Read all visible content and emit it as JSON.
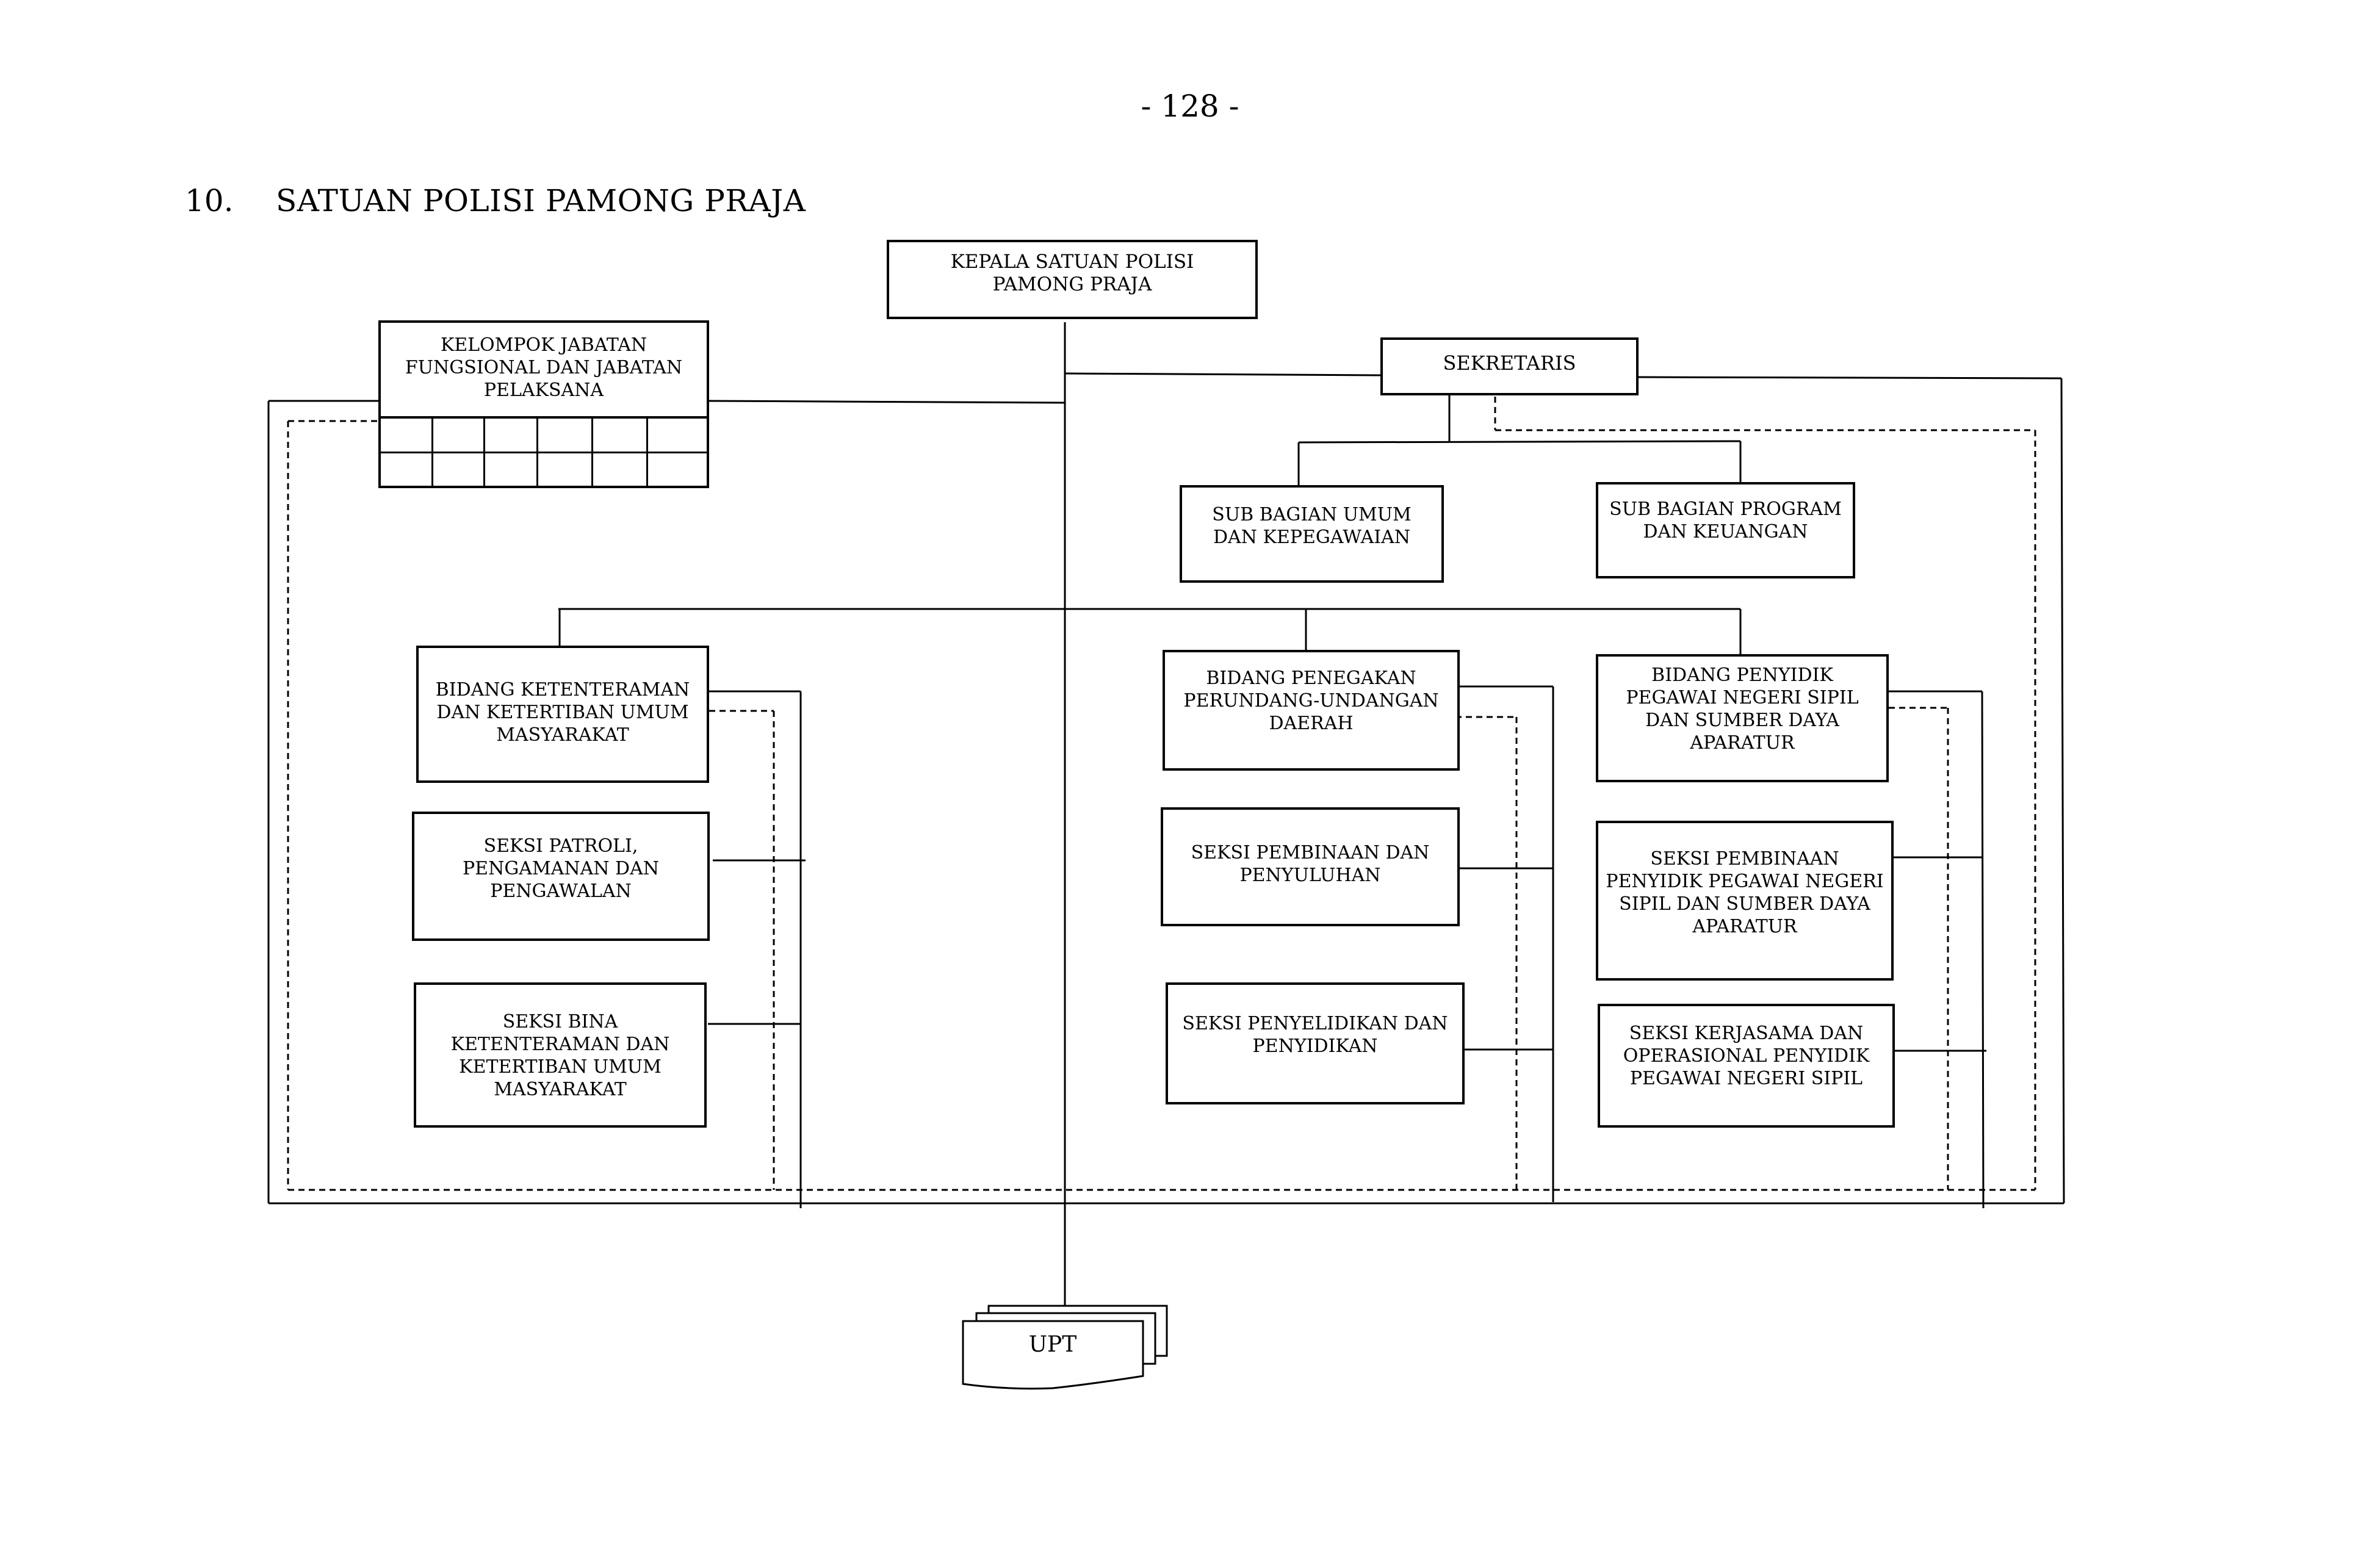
{
  "page_number": "- 128 -",
  "section": {
    "number": "10.",
    "title": "SATUAN POLISI PAMONG PRAJA"
  },
  "nodes": {
    "kepala": "KEPALA SATUAN POLISI\nPAMONG PRAJA",
    "kelompok": "KELOMPOK JABATAN\nFUNGSIONAL DAN JABATAN\nPELAKSANA",
    "sekretaris": "SEKRETARIS",
    "sub_umum": "SUB BAGIAN UMUM\nDAN KEPEGAWAIAN",
    "sub_program": "SUB BAGIAN PROGRAM\nDAN KEUANGAN",
    "bidang_ketenteraman": "BIDANG KETENTERAMAN\nDAN KETERTIBAN UMUM\nMASYARAKAT",
    "seksi_patroli": "SEKSI PATROLI,\nPENGAMANAN DAN\nPENGAWALAN",
    "seksi_bina": "SEKSI BINA\nKETENTERAMAN DAN\nKETERTIBAN UMUM\nMASYARAKAT",
    "bidang_penegakan": "BIDANG PENEGAKAN\nPERUNDANG-UNDANGAN\nDAERAH",
    "seksi_pembinaan_penyuluhan": "SEKSI PEMBINAAN DAN\nPENYULUHAN",
    "seksi_penyelidikan": "SEKSI PENYELIDIKAN DAN\nPENYIDIKAN",
    "bidang_penyidik": "BIDANG PENYIDIK\nPEGAWAI NEGERI SIPIL\nDAN SUMBER DAYA\nAPARATUR",
    "seksi_pembinaan_penyidik": "SEKSI PEMBINAAN\nPENYIDIK PEGAWAI NEGERI\nSIPIL DAN SUMBER DAYA\nAPARATUR",
    "seksi_kerjasama": "SEKSI KERJASAMA DAN\nOPERASIONAL PENYIDIK\nPEGAWAI NEGERI SIPIL",
    "upt": "UPT"
  }
}
